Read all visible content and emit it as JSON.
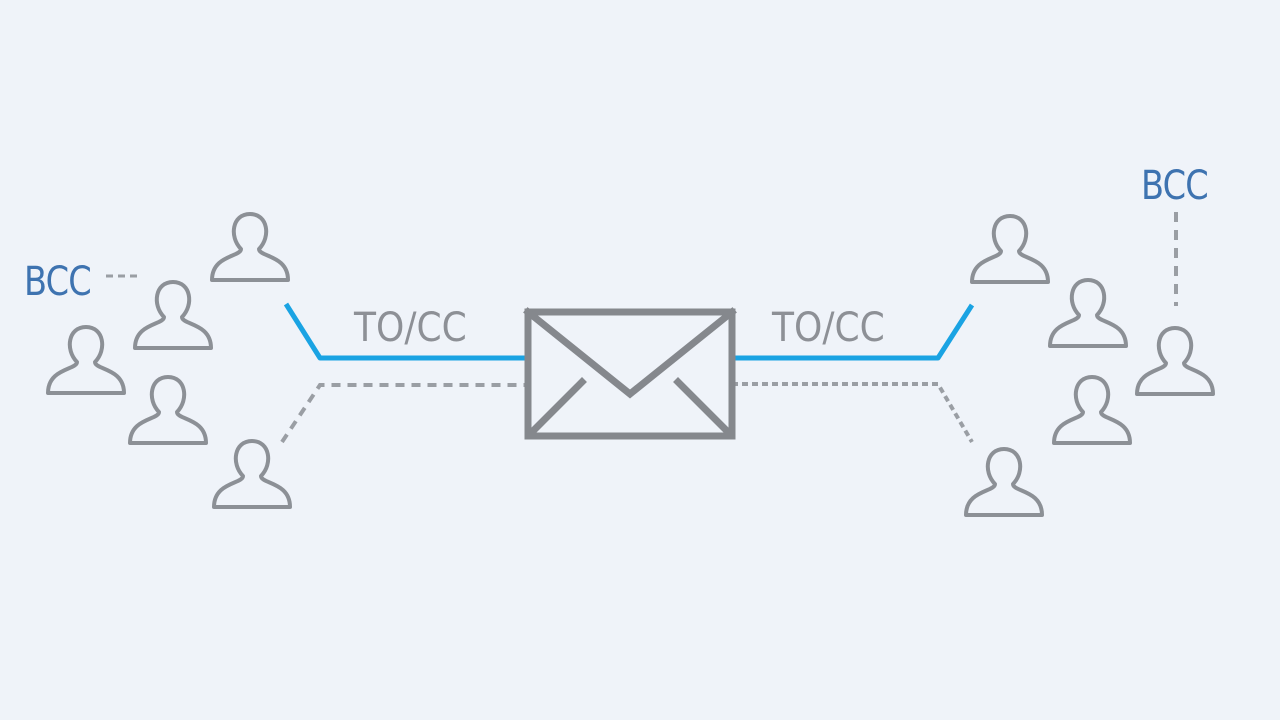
{
  "colors": {
    "background": "#eff3f9",
    "primary_line": "#1aa3e3",
    "secondary_line": "#9a9ea4",
    "icon": "#8c9096",
    "envelope": "#85888d",
    "bcc_text": "#3e73b0",
    "tocc_text": "#8d9096"
  },
  "labels": {
    "left_bcc": "BCC",
    "right_bcc": "BCC",
    "left_tocc": "TO/CC",
    "right_tocc": "TO/CC"
  },
  "icons": {
    "center": "envelope-icon",
    "recipient": "person-icon"
  }
}
